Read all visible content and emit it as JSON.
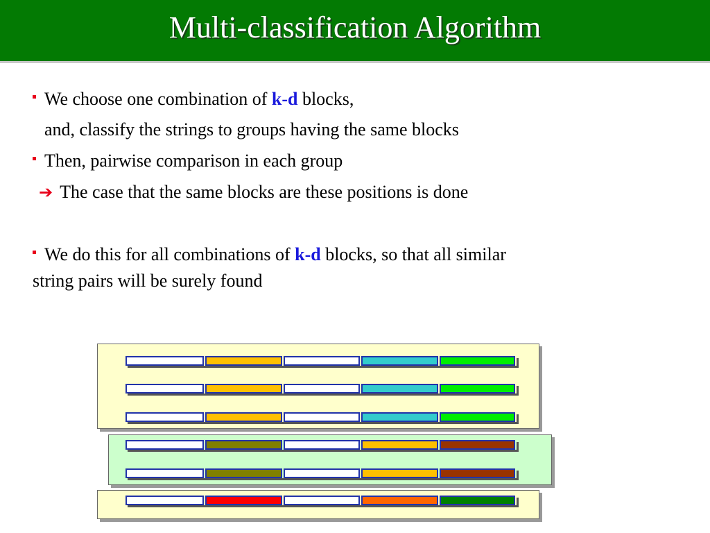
{
  "title": "Multi-classification Algorithm",
  "bullets": {
    "b1_pre": "We choose one combination of ",
    "b1_kd": "k-d",
    "b1_post": " blocks,",
    "b1_line2": "and, classify the strings to groups having the same blocks",
    "b2": "Then, pairwise comparison in each group",
    "b3": "The case that the same blocks are these positions is done",
    "b4_pre": "We do this for all combinations of  ",
    "b4_kd": "k-d",
    "b4_post": " blocks, so that all similar",
    "b4_line2": "string pairs will be surely found"
  },
  "colors": {
    "title_bg": "#037a03",
    "bullet": "#e8001a",
    "kd_text": "#1a1adc",
    "group_yellow_bg": "#ffffcc",
    "group_green_bg": "#ccffcc",
    "block_white": "#ffffff",
    "block_border": "#2233aa"
  },
  "groups": [
    {
      "bg": "#ffffcc",
      "rows": [
        [
          "#ffffff",
          "#ffc000",
          "#ffffff",
          "#33cccc",
          "#00ee00"
        ],
        [
          "#ffffff",
          "#ffc000",
          "#ffffff",
          "#33cccc",
          "#00ee00"
        ],
        [
          "#ffffff",
          "#ffc000",
          "#ffffff",
          "#33cccc",
          "#00ee00"
        ]
      ]
    },
    {
      "bg": "#ccffcc",
      "rows": [
        [
          "#ffffff",
          "#808000",
          "#ffffff",
          "#ffc000",
          "#993300"
        ],
        [
          "#ffffff",
          "#808000",
          "#ffffff",
          "#ffc000",
          "#993300"
        ]
      ]
    },
    {
      "bg": "#ffffcc",
      "rows": [
        [
          "#ffffff",
          "#ff0000",
          "#ffffff",
          "#ff6600",
          "#008000"
        ]
      ]
    }
  ]
}
